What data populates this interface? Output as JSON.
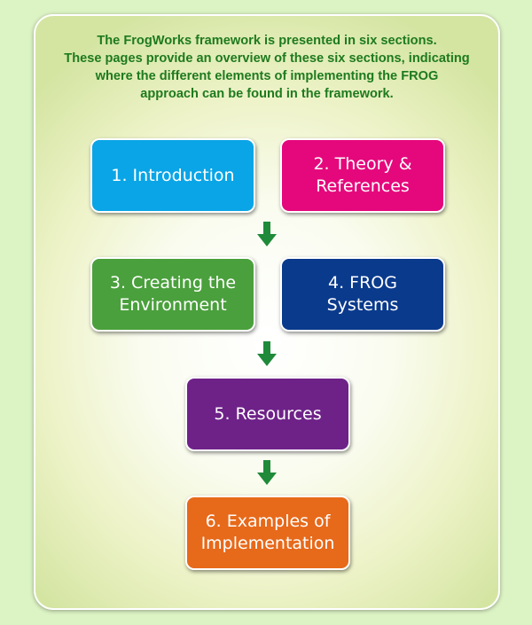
{
  "intro": {
    "lines": [
      "The FrogWorks framework is presented in six sections.",
      "These pages provide an overview of these six sections, indicating",
      "where the different elements of implementing the FROG",
      "approach can be found in the framework."
    ]
  },
  "sections": [
    {
      "lines": [
        "1. Introduction"
      ],
      "color": "#0aa5e6"
    },
    {
      "lines": [
        "2. Theory &",
        "References"
      ],
      "color": "#e5087c"
    },
    {
      "lines": [
        "3. Creating the",
        "Environment"
      ],
      "color": "#4aa03c"
    },
    {
      "lines": [
        "4. FROG",
        "Systems"
      ],
      "color": "#0a3a8c"
    },
    {
      "lines": [
        "5. Resources"
      ],
      "color": "#6e2288"
    },
    {
      "lines": [
        "6. Examples of",
        "Implementation"
      ],
      "color": "#e7691a"
    }
  ],
  "arrow_color": "#1f8a3a"
}
